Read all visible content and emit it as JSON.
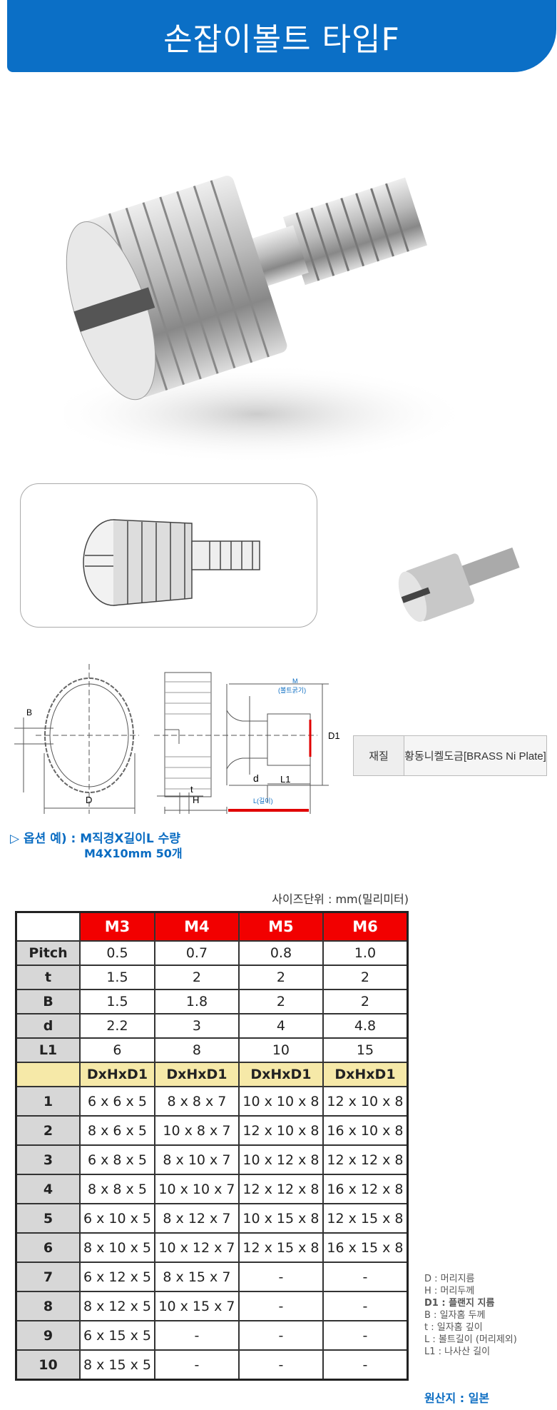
{
  "header": {
    "title": "손잡이볼트 타입F"
  },
  "diagram": {
    "labels": {
      "B": "B",
      "D": "D",
      "H": "H",
      "t": "t",
      "d": "d",
      "L1": "L1",
      "D1": "D1",
      "M": "M",
      "M_desc": "(볼트굵기)",
      "L": "L(길이)"
    }
  },
  "material": {
    "label": "재질",
    "value": "황동니켈도금[BRASS Ni Plate]"
  },
  "option": {
    "line1": "▷ 옵션 예) : M직경X길이L 수량",
    "line2": "M4X10mm 50개"
  },
  "unit_note": "사이즈단위 : mm(밀리미터)",
  "table": {
    "columns": [
      "M3",
      "M4",
      "M5",
      "M6"
    ],
    "specs": [
      {
        "label": "Pitch",
        "values": [
          "0.5",
          "0.7",
          "0.8",
          "1.0"
        ]
      },
      {
        "label": "t",
        "values": [
          "1.5",
          "2",
          "2",
          "2"
        ]
      },
      {
        "label": "B",
        "values": [
          "1.5",
          "1.8",
          "2",
          "2"
        ]
      },
      {
        "label": "d",
        "values": [
          "2.2",
          "3",
          "4",
          "4.8"
        ]
      },
      {
        "label": "L1",
        "values": [
          "6",
          "8",
          "10",
          "15"
        ]
      }
    ],
    "dim_header": [
      "DxHxD1",
      "DxHxD1",
      "DxHxD1",
      "DxHxD1"
    ],
    "sizes": [
      {
        "label": "1",
        "values": [
          "6 x 6 x 5",
          "8 x 8 x 7",
          "10 x 10 x 8",
          "12 x 10 x 8"
        ]
      },
      {
        "label": "2",
        "values": [
          "8 x 6 x 5",
          "10 x 8 x 7",
          "12 x 10 x 8",
          "16 x 10 x 8"
        ]
      },
      {
        "label": "3",
        "values": [
          "6 x 8 x 5",
          "8 x 10 x 7",
          "10 x 12 x 8",
          "12 x 12 x 8"
        ]
      },
      {
        "label": "4",
        "values": [
          "8 x 8 x 5",
          "10 x 10 x 7",
          "12 x 12 x 8",
          "16 x 12 x 8"
        ]
      },
      {
        "label": "5",
        "values": [
          "6 x 10 x 5",
          "8 x 12 x 7",
          "10 x 15 x 8",
          "12 x 15 x 8"
        ]
      },
      {
        "label": "6",
        "values": [
          "8 x 10 x 5",
          "10 x 12 x 7",
          "12 x 15 x 8",
          "16 x 15 x 8"
        ]
      },
      {
        "label": "7",
        "values": [
          "6 x 12 x 5",
          "8 x 15 x 7",
          "-",
          "-"
        ]
      },
      {
        "label": "8",
        "values": [
          "8 x 12 x 5",
          "10 x 15 x 7",
          "-",
          "-"
        ]
      },
      {
        "label": "9",
        "values": [
          "6 x 15 x 5",
          "-",
          "-",
          "-"
        ]
      },
      {
        "label": "10",
        "values": [
          "8 x 15 x 5",
          "-",
          "-",
          "-"
        ]
      }
    ]
  },
  "legend": [
    "D : 머리지름",
    "H : 머리두께",
    "D1 : 플랜지 지름",
    "B : 일자홈 두께",
    "t : 일자홈 깊이",
    "L : 볼트길이 (머리제외)",
    "L1 : 나사산 길이"
  ],
  "origin": "원산지 : 일본",
  "colors": {
    "banner": "#0b6fc6",
    "header_red": "#f20000",
    "dim_yellow": "#f6e9a8",
    "accent_blue": "#0a6cc2"
  }
}
